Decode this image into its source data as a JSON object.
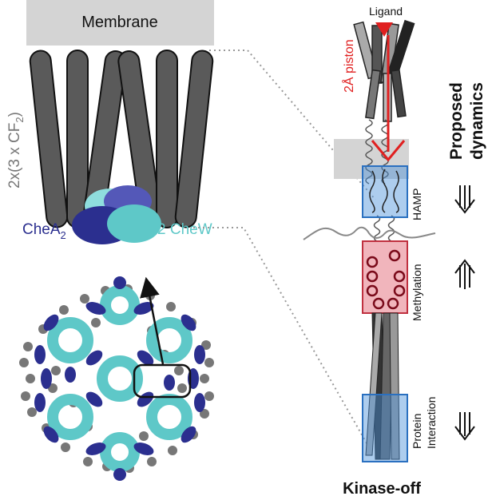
{
  "left_panel": {
    "membrane_label": "Membrane",
    "stoich_label_main": "2x(3 x CF",
    "stoich_label_sub": "2",
    "stoich_label_close": ")",
    "chea_label_main": "CheA",
    "chea_label_sub": "2",
    "chew_label": "2 CheW"
  },
  "right_panel": {
    "ligand_label": "Ligand",
    "piston_label": "2Å piston",
    "hamp_label": "HAMP",
    "methylation_label": "Methylation",
    "protein_label_line1": "Protein",
    "protein_label_line2": "Interaction",
    "dynamics_line1": "Proposed",
    "dynamics_line2": "dynamics",
    "footer_label": "Kinase-off"
  },
  "colors": {
    "membrane": "#d4d4d4",
    "helix": "#5a5a5a",
    "chea": "#2b2f8f",
    "chew": "#5ec8c8",
    "hamp_box": "#4a90d9",
    "methylation_box": "#e05a6a",
    "piston": "#e02020",
    "atom": "#777777"
  },
  "icons": {
    "hamp_arrow": "triple-arrow-down-icon",
    "methylation_arrow": "triple-arrow-up-icon",
    "protein_arrow": "triple-arrow-down-icon"
  }
}
